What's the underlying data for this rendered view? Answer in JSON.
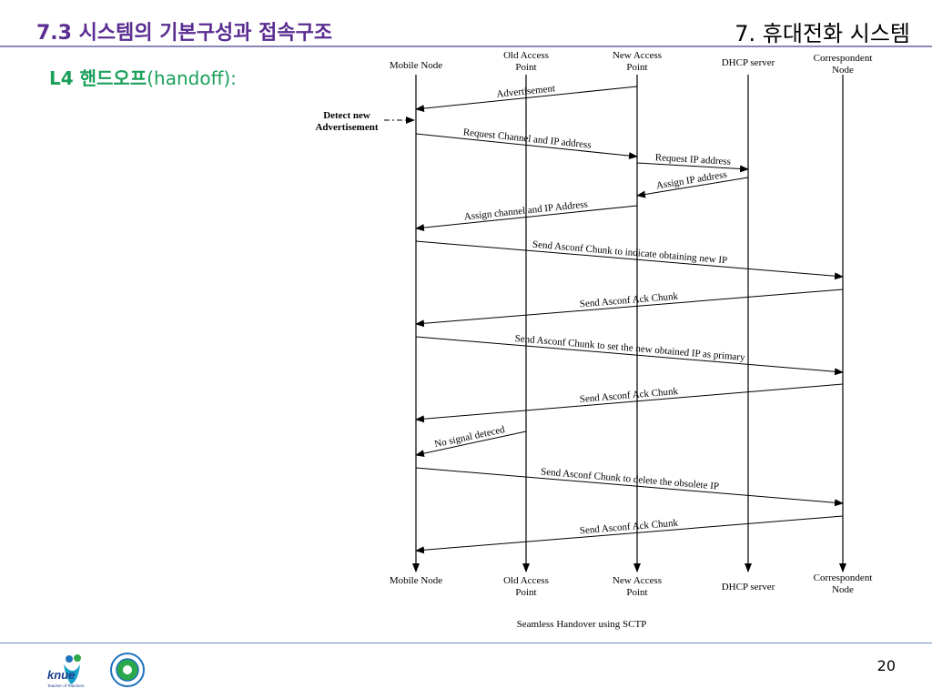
{
  "header": {
    "section_title": "7.3 시스템의 기본구성과 접속구조",
    "chapter_title": "7. 휴대전화 시스템",
    "subtitle_bold": "L4 핸드오프",
    "subtitle_rest": "(handoff):"
  },
  "diagram": {
    "caption": "Seamless Handover using SCTP",
    "nodes": [
      {
        "line1": "Mobile Node",
        "line2": ""
      },
      {
        "line1": "Old Access",
        "line2": "Point"
      },
      {
        "line1": "New Access",
        "line2": "Point"
      },
      {
        "line1": "DHCP server",
        "line2": ""
      },
      {
        "line1": "Correspondent",
        "line2": "Node"
      }
    ],
    "detect_note": {
      "line1": "Detect new",
      "line2": "Advertisement"
    },
    "messages": [
      {
        "label": "Advertisement"
      },
      {
        "label": "Request Channel and IP address"
      },
      {
        "label": "Request IP address"
      },
      {
        "label": "Assign IP address"
      },
      {
        "label": "Assign channel and IP Address"
      },
      {
        "label": "Send Asconf Chunk to indicate obtaining new IP"
      },
      {
        "label": "Send Asconf Ack Chunk"
      },
      {
        "label": "Send Asconf Chunk to set the new obtained IP as primary"
      },
      {
        "label": "Send Asconf Ack Chunk"
      },
      {
        "label": "No signal deteced"
      },
      {
        "label": "Send Asconf Chunk to delete the obsolete IP"
      },
      {
        "label": "Send Asconf Ack Chunk"
      }
    ]
  },
  "footer": {
    "page_number": "20",
    "logo_text": "knue",
    "logo_tagline": "Teacher of Teachers"
  }
}
